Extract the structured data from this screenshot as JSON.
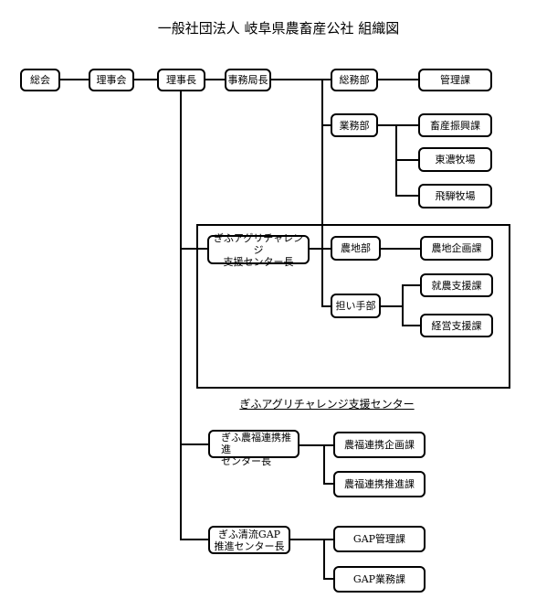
{
  "title": "一般社団法人 岐阜県農畜産公社 組織図",
  "nodes": {
    "soukai": "総会",
    "rijikai": "理事会",
    "rijicho": "理事長",
    "jimukyokucho": "事務局長",
    "somubu": "総務部",
    "kanrika": "管理課",
    "gyomubu": "業務部",
    "chikusan": "畜産振興課",
    "tono": "東濃牧場",
    "hida": "飛騨牧場",
    "agri_center_chief_1": "ぎふアグリチャレンジ",
    "agri_center_chief_2": "支援センター長",
    "nochibu": "農地部",
    "nochikikaku": "農地企画課",
    "ninaitebu": "担い手部",
    "shuno": "就農支援課",
    "keiei": "経営支援課",
    "nofuku_chief_1": "ぎふ農福連携推進",
    "nofuku_chief_2": "センター長",
    "nofuku_kikaku": "農福連携企画課",
    "nofuku_suishin": "農福連携推進課",
    "gap_chief_1": "ぎふ清流GAP",
    "gap_chief_2": "推進センター長",
    "gap_kanri": "GAP管理課",
    "gap_gyomu": "GAP業務課"
  },
  "agri_center_label": "ぎふアグリチャレンジ支援センター"
}
